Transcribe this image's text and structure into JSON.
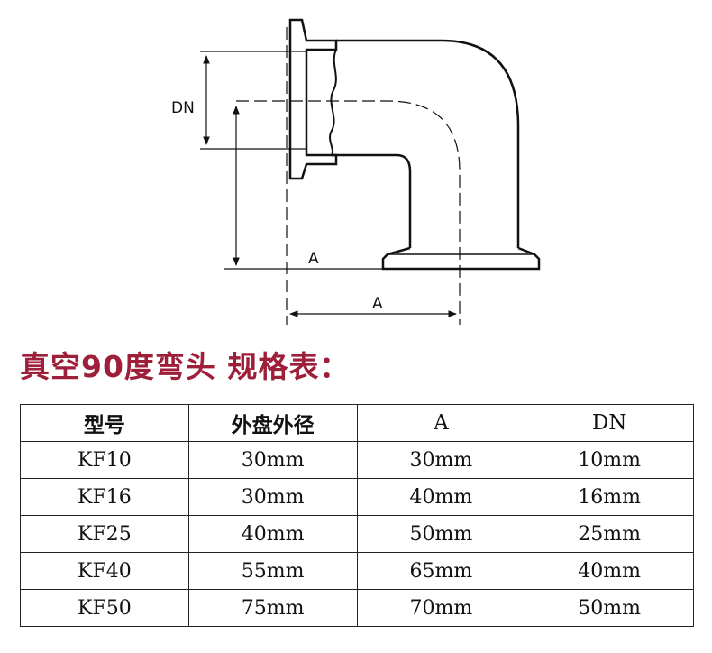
{
  "drawing": {
    "labels": {
      "dn": "DN",
      "a_vertical": "A",
      "a_horizontal": "A"
    }
  },
  "title": "真空90度弯头 规格表：",
  "table": {
    "headers": [
      "型号",
      "外盘外径",
      "A",
      "DN"
    ],
    "rows": [
      [
        "KF10",
        "30mm",
        "30mm",
        "10mm"
      ],
      [
        "KF16",
        "30mm",
        "40mm",
        "16mm"
      ],
      [
        "KF25",
        "40mm",
        "50mm",
        "25mm"
      ],
      [
        "KF40",
        "55mm",
        "65mm",
        "40mm"
      ],
      [
        "KF50",
        "75mm",
        "70mm",
        "50mm"
      ]
    ]
  },
  "colors": {
    "title": "#9e1f3a",
    "line": "#111111"
  }
}
